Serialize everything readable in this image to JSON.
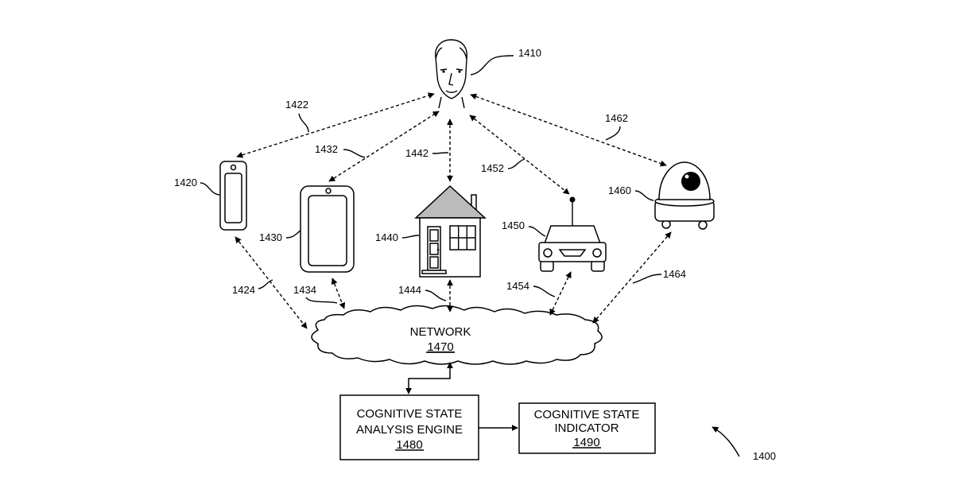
{
  "refs": {
    "r1400": "1400",
    "r1410": "1410",
    "r1420": "1420",
    "r1422": "1422",
    "r1424": "1424",
    "r1430": "1430",
    "r1432": "1432",
    "r1434": "1434",
    "r1440": "1440",
    "r1442": "1442",
    "r1444": "1444",
    "r1450": "1450",
    "r1452": "1452",
    "r1454": "1454",
    "r1460": "1460",
    "r1462": "1462",
    "r1464": "1464"
  },
  "network": {
    "label": "NETWORK",
    "ref": "1470"
  },
  "engine": {
    "line1": "COGNITIVE STATE",
    "line2": "ANALYSIS ENGINE",
    "ref": "1480"
  },
  "indicator": {
    "line1": "COGNITIVE STATE",
    "line2": "INDICATOR",
    "ref": "1490"
  },
  "icons": [
    "person-face-icon",
    "smartphone-icon",
    "tablet-icon",
    "house-icon",
    "car-icon",
    "robot-camera-icon",
    "cloud-icon"
  ]
}
